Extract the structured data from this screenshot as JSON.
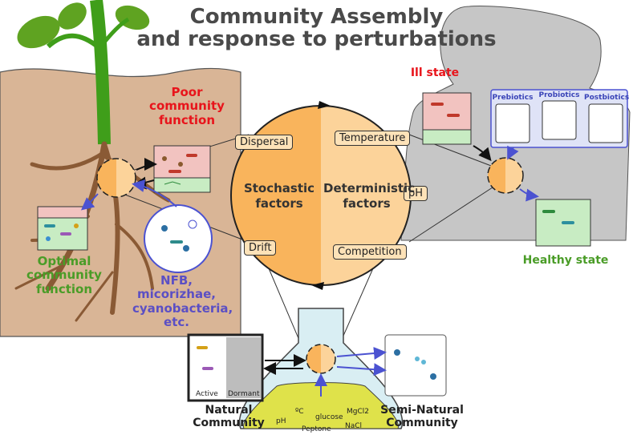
{
  "title": {
    "line1": "Community Assembly",
    "line2": "and response to perturbations"
  },
  "soil": {
    "poor": "Poor community function",
    "optimal": "Optimal community function",
    "symbionts": "NFB, micorizhae, cyanobacteria, etc."
  },
  "human": {
    "ill": "Ill state",
    "healthy": "Healthy state",
    "prebiotics": "Prebiotics",
    "probiotics": "Probiotics",
    "postbiotics": "Postbiotics"
  },
  "circle": {
    "left": "Stochastic factors",
    "right": "Deterministic factors",
    "left_line1": "Stochastic",
    "left_line2": "factors",
    "right_line1": "Deterministic",
    "right_line2": "factors",
    "dispersal": "Dispersal",
    "drift": "Drift",
    "temperature": "Temperature",
    "ph": "pH",
    "competition": "Competition"
  },
  "flask": {
    "natural": "Natural Community",
    "natural_l1": "Natural",
    "natural_l2": "Community",
    "semi": "Semi-Natural Community",
    "semi_l1": "Semi-Natural",
    "semi_l2": "Community",
    "active": "Active",
    "dormant": "Dormant",
    "media": {
      "ph": "pH",
      "temp": "ºC",
      "glucose": "glucose",
      "mgcl": "MgCl2",
      "peptone": "Peptone",
      "nacl": "NaCl"
    }
  },
  "colors": {
    "soil": "#d9b596",
    "circle_left": "#f9b45c",
    "circle_right": "#fcd39a",
    "body": "#c6c6c6",
    "stem": "#3f9e1a",
    "leaf": "#5fa321",
    "root": "#8a5a35",
    "poor_text": "#e8141b",
    "optimal_text": "#4a9c27",
    "symbiont_text": "#5b4fc4",
    "flask_liquid": "#dfe24a",
    "flask_glass": "#d9eef3"
  }
}
